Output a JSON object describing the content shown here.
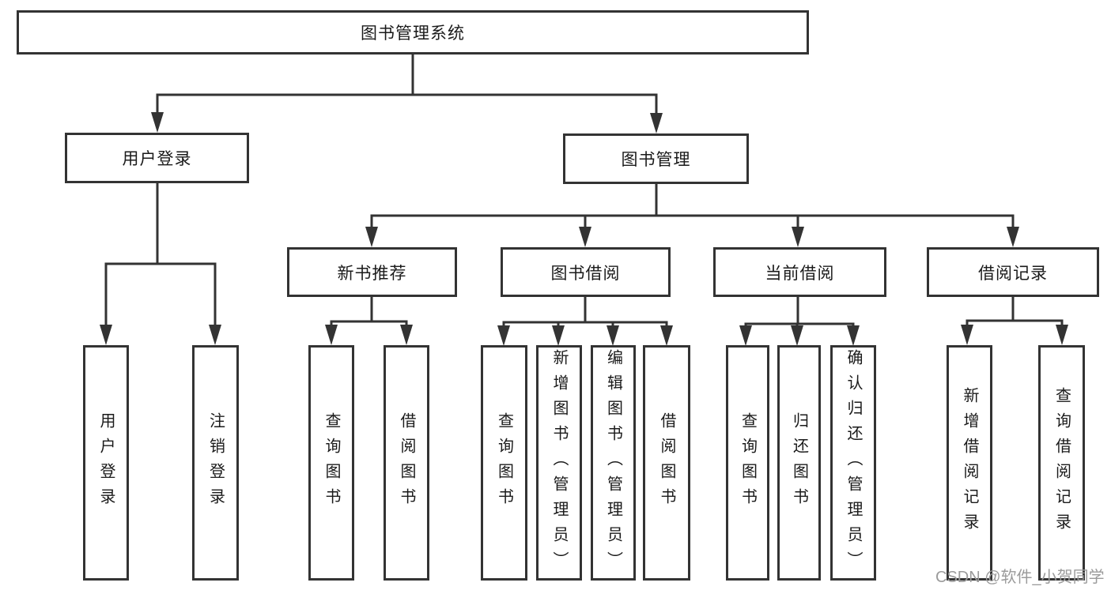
{
  "diagram": {
    "root": {
      "label": "图书管理系统"
    },
    "branches": {
      "user_login": {
        "label": "用户登录",
        "children": [
          {
            "label": "用户登录"
          },
          {
            "label": "注销登录"
          }
        ]
      },
      "book_management": {
        "label": "图书管理",
        "children": [
          {
            "label": "新书推荐",
            "children": [
              {
                "label": "查询图书"
              },
              {
                "label": "借阅图书"
              }
            ]
          },
          {
            "label": "图书借阅",
            "children": [
              {
                "label": "查询图书"
              },
              {
                "label": "新增图书（管理员）"
              },
              {
                "label": "编辑图书（管理员）"
              },
              {
                "label": "借阅图书"
              }
            ]
          },
          {
            "label": "当前借阅",
            "children": [
              {
                "label": "查询图书"
              },
              {
                "label": "归还图书"
              },
              {
                "label": "确认归还（管理员）"
              }
            ]
          },
          {
            "label": "借阅记录",
            "children": [
              {
                "label": "新增借阅记录"
              },
              {
                "label": "查询借阅记录"
              }
            ]
          }
        ]
      }
    },
    "watermark": "CSDN @软件_小贺同学",
    "colors": {
      "line": "#333333",
      "text": "#1a1a1a",
      "box_background": "#ffffff",
      "watermark": "#9b9b9b"
    }
  }
}
